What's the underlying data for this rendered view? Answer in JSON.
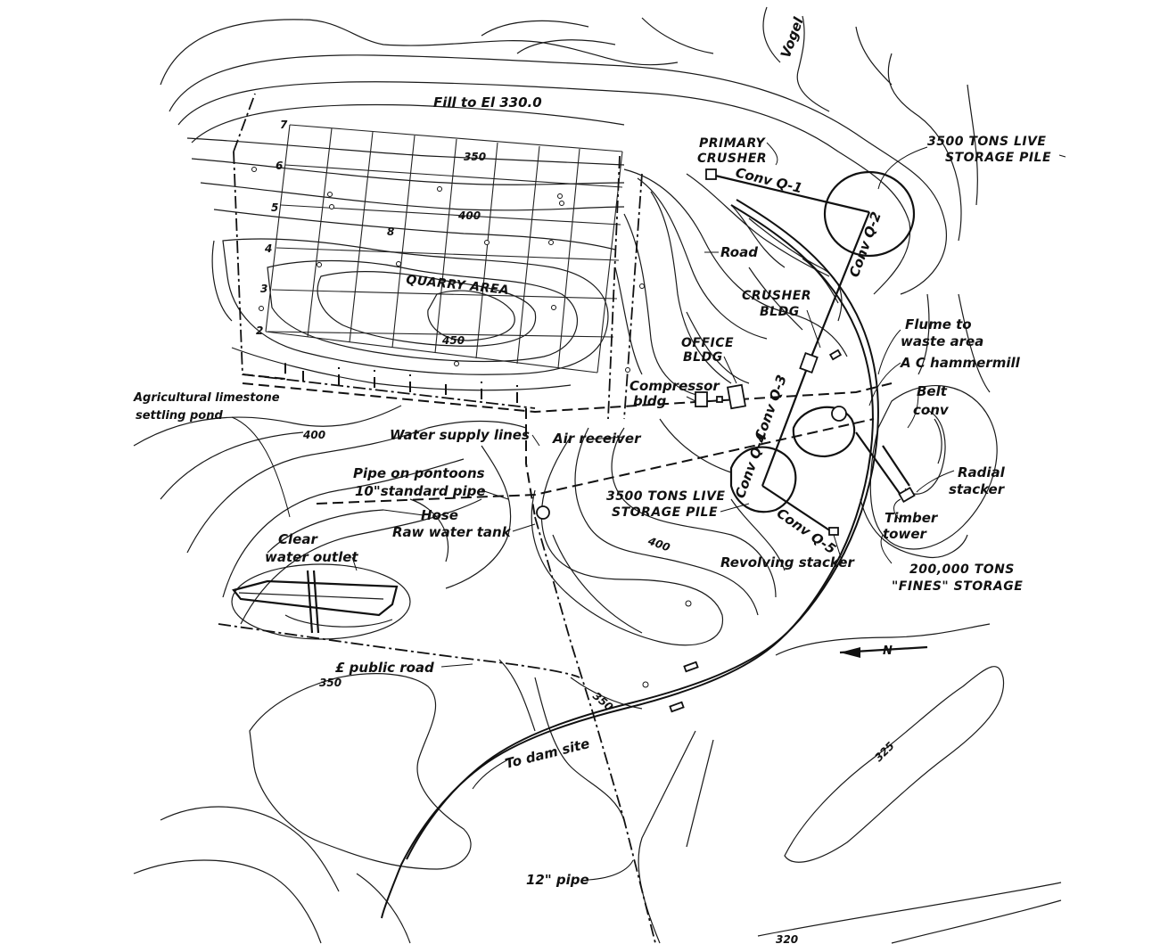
{
  "map": {
    "labels": {
      "vogel": "Vogel",
      "fill": "Fill to El 330.0",
      "primary_crusher_1": "PRIMARY",
      "primary_crusher_2": "CRUSHER",
      "conv_q1": "Conv Q-1",
      "conv_q2": "Conv Q-2",
      "live_pile_top_1": "3500 TONS LIVE",
      "live_pile_top_2": "STORAGE PILE",
      "road": "Road",
      "crusher_bldg_1": "CRUSHER",
      "crusher_bldg_2": "BLDG",
      "quarry_area": "QUARRY AREA",
      "office_bldg_1": "OFFICE",
      "office_bldg_2": "BLDG",
      "compressor_1": "Compressor",
      "compressor_2": "bldg",
      "flume_1": "Flume to",
      "flume_2": "waste area",
      "hammermill": "A C hammermill",
      "belt_conv_1": "Belt",
      "belt_conv_2": "conv",
      "conv_q3": "Conv Q-3",
      "conv_q4": "Conv Q-4",
      "conv_q5": "Conv Q-5",
      "radial_stacker_1": "Radial",
      "radial_stacker_2": "stacker",
      "ag_lime_1": "Agricultural limestone",
      "ag_lime_2": "settling pond",
      "water_supply": "Water supply lines",
      "air_receiver": "Air receiver",
      "pipe_pontoons": "Pipe on pontoons",
      "standard_pipe": "10\"standard pipe",
      "hose": "Hose",
      "raw_water_tank": "Raw water tank",
      "live_pile_mid_1": "3500 TONS LIVE",
      "live_pile_mid_2": "STORAGE PILE",
      "timber_tower_1": "Timber",
      "timber_tower_2": "tower",
      "fines_1": "200,000 TONS",
      "fines_2": "\"FINES\" STORAGE",
      "clear_water_1": "Clear",
      "clear_water_2": "water outlet",
      "revolving_stacker": "Revolving stacker",
      "public_road": "£ public road",
      "to_dam_site": "To dam site",
      "pipe_12": "12\" pipe",
      "north_arrow": "N"
    },
    "contours": {
      "c350_quarry": "350",
      "c400_quarry": "400",
      "c450_quarry": "450",
      "c400_west": "400",
      "c400_mid": "400",
      "c350_south": "350",
      "c350_road": "350",
      "c325": "325",
      "c320": "320"
    },
    "grid_rows": [
      "7",
      "6",
      "5",
      "4",
      "3",
      "2"
    ],
    "grid_point": "8"
  }
}
